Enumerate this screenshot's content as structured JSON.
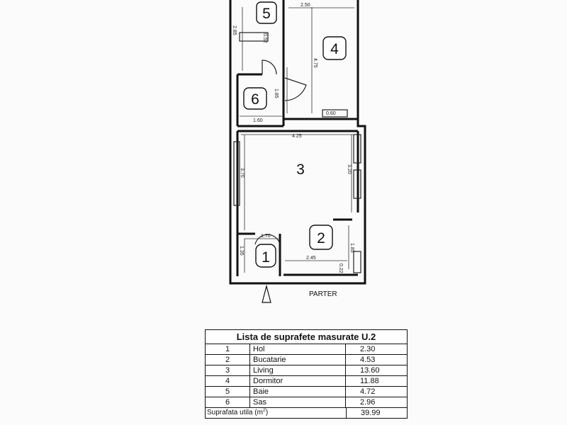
{
  "plan": {
    "floor_label": "PARTER",
    "rooms": [
      {
        "number": "1"
      },
      {
        "number": "2"
      },
      {
        "number": "3"
      },
      {
        "number": "4"
      },
      {
        "number": "5"
      },
      {
        "number": "6"
      }
    ],
    "dimensions": {
      "d_250": "2.50",
      "d_475": "4.75",
      "d_285": "2.85",
      "d_052": "0.52",
      "d_185_bath": "1.85",
      "d_160": "1.60",
      "d_060": "0.60",
      "d_425": "4.25",
      "d_370": "3.70",
      "d_320": "3.20",
      "d_170": "1.70",
      "d_135": "1.35",
      "d_245": "2.45",
      "d_185_kitchen": "1.85",
      "d_022": "0.22"
    }
  },
  "legend": {
    "title": "Lista de suprafete masurate U.2",
    "rows": [
      {
        "num": "1",
        "name": "Hol",
        "area": "2.30"
      },
      {
        "num": "2",
        "name": "Bucatarie",
        "area": "4.53"
      },
      {
        "num": "3",
        "name": "Living",
        "area": "13.60"
      },
      {
        "num": "4",
        "name": "Dormitor",
        "area": "11.88"
      },
      {
        "num": "5",
        "name": "Baie",
        "area": "4.72"
      },
      {
        "num": "6",
        "name": "Sas",
        "area": "2.96"
      }
    ],
    "total_label": "Suprafata utila (m",
    "total_unit_sup": "2",
    "total_label_end": ")",
    "total_area": "39.99"
  }
}
